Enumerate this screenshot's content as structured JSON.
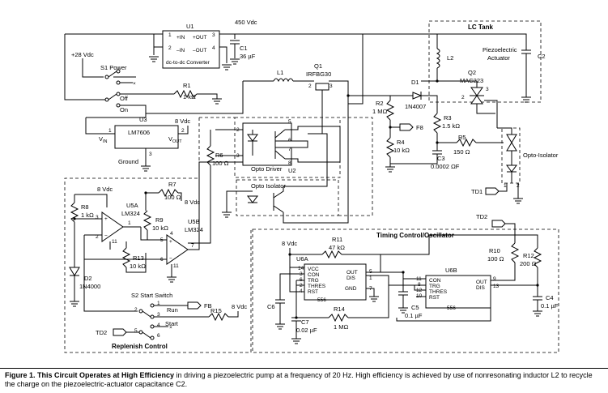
{
  "caption": {
    "lead": "Figure 1. This Circuit Operates at High Efficiency",
    "text": " in driving a piezoelectric pump at a frequency of 20 Hz. High efficiency is achieved by use of nonresonating inductor L2 to recycle the charge on the piezoelectric-actuator capacitance C2."
  },
  "blocks": {
    "lc_tank": "LC Tank",
    "opto_driver": "Opto Driver",
    "opto_isolator_mid": "Opto Isolator",
    "opto_isolator_right": "Opto-Isolator",
    "timing": "Timing Control/Oscillator",
    "replenish": "Replenish Control"
  },
  "supply": {
    "v450": "450 Vdc",
    "v28": "+28 Vdc",
    "power_switch": "S1 Power",
    "off": "Off",
    "on": "On",
    "ground": "Ground",
    "v8_u3": "8 Vdc",
    "v8_a": "8 Vdc",
    "v8_b": "8 Vdc",
    "v8_c": "8 Vdc",
    "v8_d": "8 Vdc"
  },
  "u1": {
    "name": "U1",
    "desc": "dc-to-dc Converter",
    "p_in": "+IN",
    "m_in": "–IN",
    "p_out": "+OUT",
    "m_out": "–OUT",
    "pin1": "1",
    "pin2": "2",
    "pin3": "3",
    "pin4": "4"
  },
  "u3": {
    "name": "U3",
    "part": "LM7606",
    "vin": "V",
    "vin_sub": "IN",
    "vout": "V",
    "vout_sub": "OUT",
    "pin1": "1",
    "pin2": "2",
    "pin3": "3"
  },
  "components": {
    "c1": "C1",
    "c1_val": "36 µF",
    "r1": "R1",
    "r1_val": "1 kΩ",
    "l1": "L1",
    "q1": "Q1",
    "q1_part": "IRFBG30",
    "l2": "L2",
    "piezo": "Piezoelectric",
    "actuator": "Actuator",
    "c2": "C2",
    "d1": "D1",
    "d1_part": "1N4007",
    "q2": "Q2",
    "q2_part": "MAC223",
    "r2": "R2",
    "r2_val": "1 MΩ",
    "r3": "R3",
    "r3_val": "1.5 kΩ",
    "r4": "R4",
    "r4_val": "10 kΩ",
    "f8": "F8",
    "c3": "C3",
    "c3_val": "0.0002 ΩF",
    "r5": "R5",
    "r5_val": "150 Ω",
    "td1": "TD1",
    "td2": "TD2",
    "td2b": "TD2",
    "r6": "R6",
    "r6_val": "100 Ω",
    "u2": "U2",
    "r7": "R7",
    "r7_val": "100 Ω",
    "r8": "R8",
    "r8_val": "1 kΩ",
    "r9": "R9",
    "r9_val": "10 kΩ",
    "r13": "R13",
    "r13_val": "10 kΩ",
    "u5a": "U5A",
    "u5a_part": "LM324",
    "u5b": "U5B",
    "u5b_part": "LM324",
    "d2": "D2",
    "d2_part": "1N4000",
    "s2": "S2 Start Switch",
    "run": "Run",
    "start": "Start",
    "fb": "FB",
    "r15": "R15",
    "r11": "R11",
    "r11_val": "47 kΩ",
    "u6a": "U6A",
    "u6a_part": "556",
    "c6": "C6",
    "c7": "C7",
    "c7_val": "0.02 µF",
    "r14": "R14",
    "r14_val": "1 MΩ",
    "c5": "C5",
    "c5_val": "0.1 µF",
    "u6b": "U6B",
    "u6b_part": "556",
    "r10": "R10",
    "r10_val": "100 Ω",
    "r12": "R12",
    "r12_val": "200 Ω",
    "c4": "C4",
    "c4_val": "0.1 µF"
  },
  "u6a_pins": {
    "vcc": "VCC",
    "con": "CON",
    "trg": "TRG",
    "thres": "THRES",
    "rst": "RST",
    "out": "OUT",
    "dis": "DIS",
    "gnd": "GND"
  },
  "u6b_pins": {
    "con": "CON",
    "trg": "TRG",
    "thres": "THRES",
    "rst": "RST",
    "out": "OUT",
    "dis": "DIS"
  }
}
